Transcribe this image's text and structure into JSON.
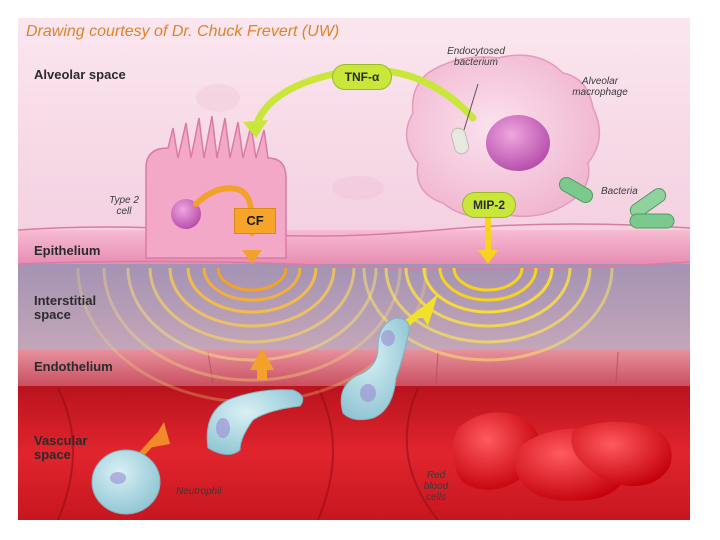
{
  "credit": "Drawing courtesy of Dr. Chuck Frevert (UW)",
  "regions": {
    "alveolar_space": "Alveolar space",
    "epithelium": "Epithelium",
    "interstitial_space": "Interstitial space",
    "endothelium": "Endothelium",
    "vascular_space": "Vascular space"
  },
  "cells": {
    "type2_cell": "Type 2 cell",
    "endocytosed_bacterium": "Endocytosed bacterium",
    "alveolar_macrophage": "Alveolar macrophage",
    "bacteria": "Bacteria",
    "neutrophil": "Neutrophil",
    "red_blood_cells": "Red blood cells"
  },
  "signals": {
    "tnf_alpha": "TNF-α",
    "mip2": "MIP-2",
    "cf": "CF"
  },
  "colors": {
    "alveolar": "#f6d7e4",
    "epithelium": "#ec9fc0",
    "interstitial": "#b5a0ba",
    "endothelium": "#d66a7a",
    "vascular": "#d21f2a",
    "signal_green": "#c9e73a",
    "signal_yellow": "#f7d21f",
    "signal_orange": "#f2a12a",
    "neutrophil": "#a8d6e0",
    "rbc": "#e0141e"
  }
}
